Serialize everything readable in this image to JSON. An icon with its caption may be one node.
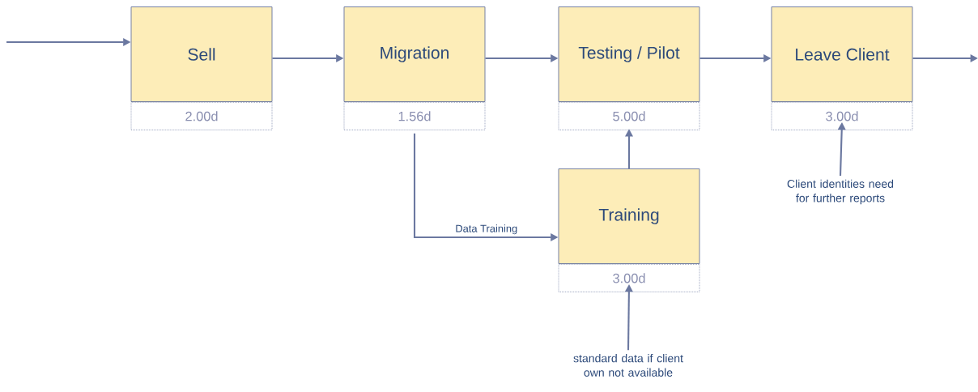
{
  "diagram": {
    "nodes": [
      {
        "text": [
          "Sell"
        ],
        "beside": [
          "2.00d"
        ]
      },
      {
        "text": [
          "Migration"
        ],
        "beside": [
          "1.56d"
        ]
      },
      {
        "text": [
          "Testing / Pilot"
        ],
        "beside": [
          "5.00d"
        ]
      },
      {
        "text": [
          "Leave Client"
        ],
        "beside": [
          "3.00d"
        ]
      },
      {
        "text": [
          "Training"
        ],
        "beside": [
          "3.00d"
        ]
      },
      {
        "text": [
          "Client identities need for further reports"
        ]
      },
      {
        "text": [
          "standard data if client own not available"
        ]
      }
    ],
    "edges": [
      {
        "from": null,
        "to": 0,
        "arrow": "to"
      },
      {
        "from": 0,
        "to": 1,
        "arrow": "to"
      },
      {
        "from": 1,
        "to": 2,
        "arrow": "to"
      },
      {
        "from": 2,
        "to": 3,
        "arrow": "to"
      },
      {
        "from": 3,
        "to": null,
        "arrow": "to"
      },
      {
        "from": 1,
        "to": 4,
        "arrow": "to",
        "label": "Data Training"
      },
      {
        "from": 4,
        "to": 2,
        "arrow": "to"
      },
      {
        "from": 5,
        "to": 3,
        "arrow": "to"
      },
      {
        "from": 6,
        "to": 4,
        "arrow": "to"
      }
    ]
  }
}
